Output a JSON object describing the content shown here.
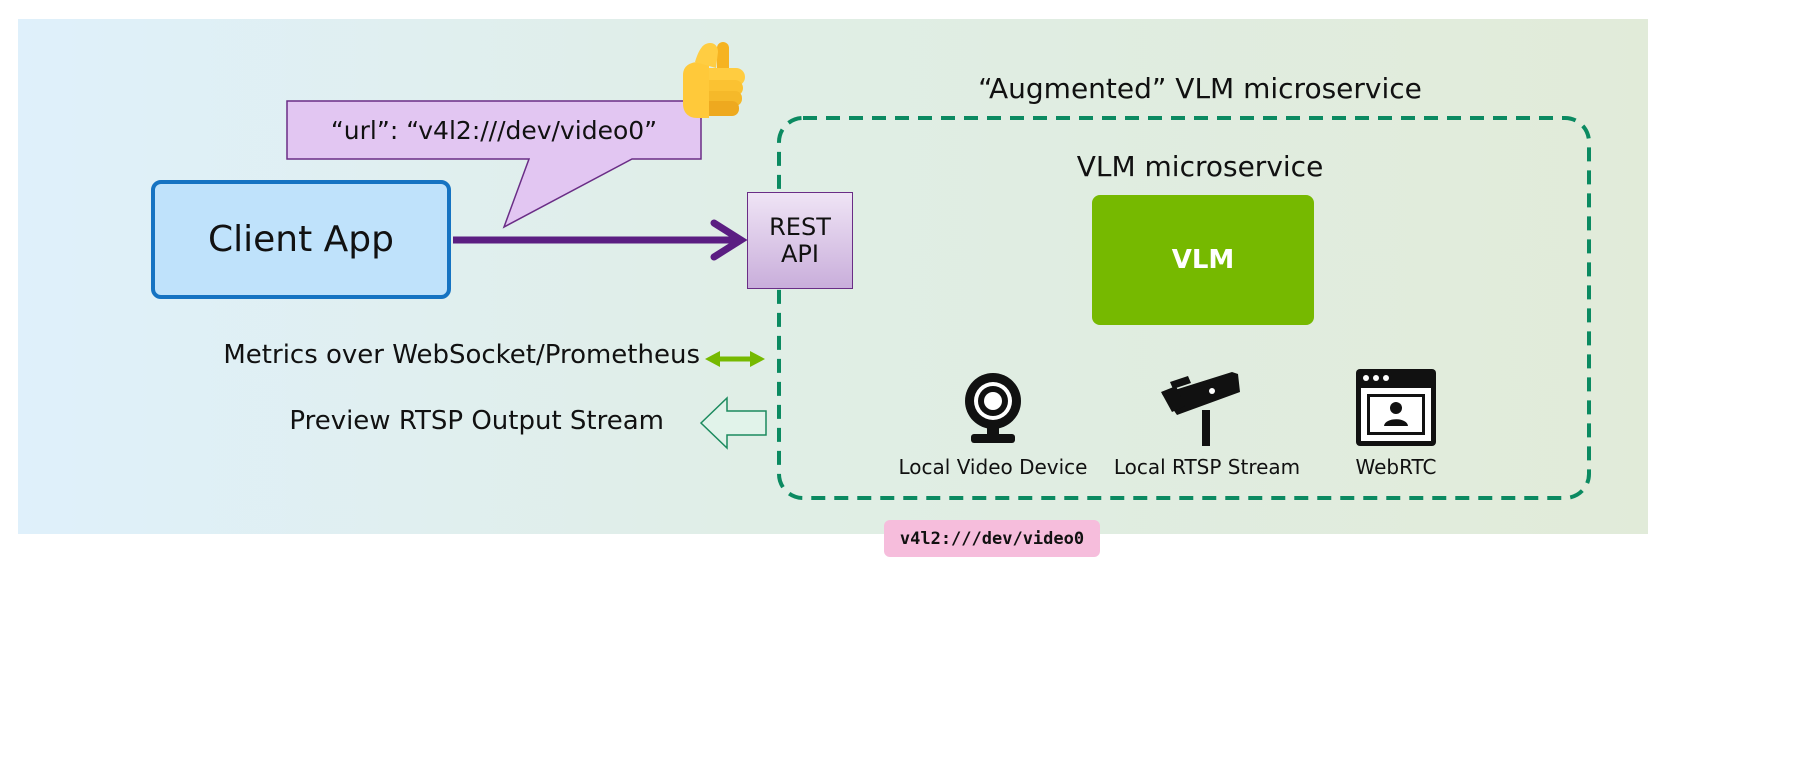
{
  "diagram": {
    "client_app_label": "Client App",
    "callout_text": "“url”: “v4l2:///dev/video0”",
    "rest_api_line1": "REST",
    "rest_api_line2": "API",
    "augmented_title": "“Augmented” VLM microservice",
    "vlm_microservice_title": "VLM microservice",
    "vlm_label": "VLM",
    "metrics_label": "Metrics over WebSocket/Prometheus",
    "preview_label": "Preview RTSP Output Stream",
    "sources": [
      {
        "label": "Local Video Device",
        "icon": "webcam-icon"
      },
      {
        "label": "Local RTSP Stream",
        "icon": "cctv-camera-icon"
      },
      {
        "label": "WebRTC",
        "icon": "browser-video-call-icon"
      }
    ],
    "url_badge": "v4l2:///dev/video0",
    "thumbs_up_icon": "thumbs-up-icon"
  },
  "colors": {
    "client_fill": "#bfe2fb",
    "client_border": "#1573c2",
    "callout_fill": "#e2c6f2",
    "callout_border": "#6a2d86",
    "request_arrow": "#5b1e82",
    "metrics_arrow": "#76b900",
    "preview_arrow_fill": "#e1f3ea",
    "preview_arrow_border": "#1b8a5e",
    "dashed_border": "#0b8a61",
    "vlm_fill": "#76b900",
    "badge_fill": "#f6bddc"
  }
}
